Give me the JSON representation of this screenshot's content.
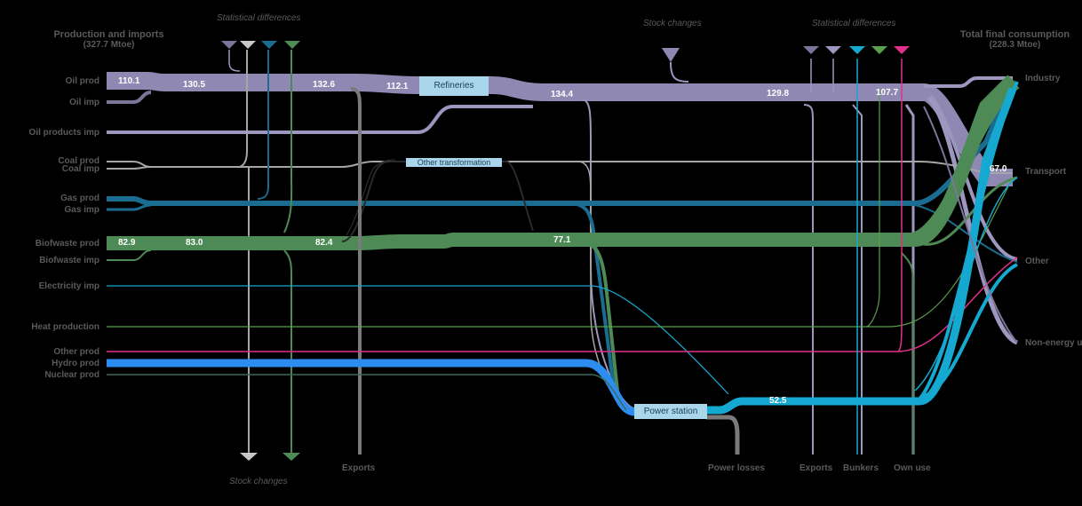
{
  "titles": {
    "left_title": "Production and imports",
    "left_sub": "(327.7 Mtoe)",
    "right_title": "Total final consumption",
    "right_sub": "(228.3 Mtoe)"
  },
  "sources": [
    "Oil prod",
    "Oil imp",
    "Oil products imp",
    "Coal prod",
    "Coal imp",
    "Gas prod",
    "Gas imp",
    "Biofwaste prod",
    "Biofwaste imp",
    "Electricity imp",
    "Heat production",
    "Other prod",
    "Hydro prod",
    "Nuclear prod"
  ],
  "sinks": [
    "Industry",
    "Transport",
    "Other",
    "Non-energy u"
  ],
  "bottom_labels": {
    "exports_left": "Exports",
    "power_losses": "Power losses",
    "exports_right": "Exports",
    "bunkers": "Bunkers",
    "own_use": "Own use"
  },
  "annotations": {
    "stat_diff_left": "Statistical differences",
    "stat_diff_right": "Statistical differences",
    "stock_changes_top": "Stock  changes",
    "stock_changes_bottom": "Stock changes"
  },
  "nodes": {
    "refineries": "Refineries",
    "other_transformation": "Other transformation",
    "power_station": "Power station"
  },
  "values": {
    "oil_prod": "110.1",
    "oil_1": "130.5",
    "oil_2": "132.6",
    "oil_3": "112.1",
    "oil_4": "134.4",
    "oil_5": "129.8",
    "oil_6": "107.7",
    "bio_1": "82.9",
    "bio_2": "83.0",
    "bio_3": "82.4",
    "bio_4": "77.1",
    "power": "52.5",
    "transport": "67.0"
  },
  "colors": {
    "background": "#000000",
    "oil": "#9d97bf",
    "oil_dark": "#7d7599",
    "coal": "#a6a6a6",
    "gas": "#1a6d91",
    "bio": "#4e8a55",
    "electricity": "#15a8d0",
    "heat": "#5aa04e",
    "other": "#e0308a",
    "hydro": "#2d8cf0",
    "nuclear": "#3c6a58",
    "losses": "#7a7a7a",
    "node": "#a9d6ea",
    "text": "#5a5a5a"
  },
  "icons": [
    "oil-arrow-icon",
    "coal-arrow-icon",
    "gas-arrow-icon",
    "bio-arrow-icon",
    "other-arrow-icon"
  ]
}
